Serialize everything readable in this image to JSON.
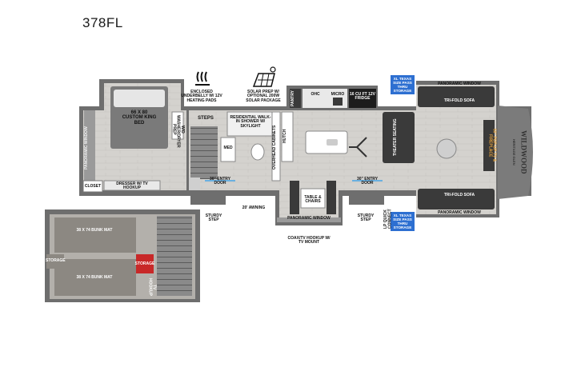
{
  "model": "378FL",
  "labels": {
    "underbelly": "ENCLOSED UNDERBELLY W/ 12V HEATING PADS",
    "solar": "SOLAR PREP W/ OPTIONAL 200W SOLAR PACKAGE",
    "bed": "66 X 80 CUSTOM KING BED",
    "washer_dryer": "W/D WASHER/DRYER PREP",
    "steps": "STEPS",
    "shower": "RESIDENTIAL WALK-IN SHOWER W/ SKYLIGHT",
    "med": "MED",
    "overhead_cabinets": "OVERHEAD CABINETS",
    "hutch": "HUTCH",
    "pantry": "PANTRY",
    "ohc": "OHC",
    "micro": "MICRO",
    "fridge": "16 CU FT 12V FRIDGE",
    "theater_seating": "THEATER SEATING",
    "panoramic_window": "PANORAMIC WINDOW",
    "tri_fold_sofa": "TRI-FOLD SOFA",
    "xl_storage": "XL TEXAS SIZE PASS THRU STORAGE",
    "tv_fireplace": "50\" POP-UP TV & FIREPLACE",
    "entry_door_left": "30\" ENTRY DOOR",
    "entry_door_right": "30\" ENTRY DOOR",
    "sturdy_step": "STURDY STEP",
    "awning": "20' AWNING",
    "table_chairs": "TABLE & CHAIRS",
    "coax": "COAX/TV HOOKUP W/ TV MOUNT",
    "lp_quick_connect": "LP QUICK CONNECT",
    "closet": "CLOSET",
    "dresser": "DRESSER W/ TV HOOKUP",
    "bunk_mat_top": "38 X 74 BUNK MAT",
    "bunk_mat_bottom": "38 X 74 BUNK MAT",
    "storage_left": "STORAGE",
    "storage_right": "STORAGE",
    "tv_hookup": "TV HOOKUP",
    "brand": "WILDWOOD",
    "brand_sub": "HERITAGE GLEN"
  },
  "colors": {
    "shell": "#6b6b6b",
    "wall": "#8a8a8a",
    "floor": "#d4d2ce",
    "furniture": "#3a3a3a",
    "bed": "#7a7a7a",
    "bunk": "#8c8882",
    "storage_red": "#c82828",
    "callout_blue": "#2d6fd1"
  }
}
